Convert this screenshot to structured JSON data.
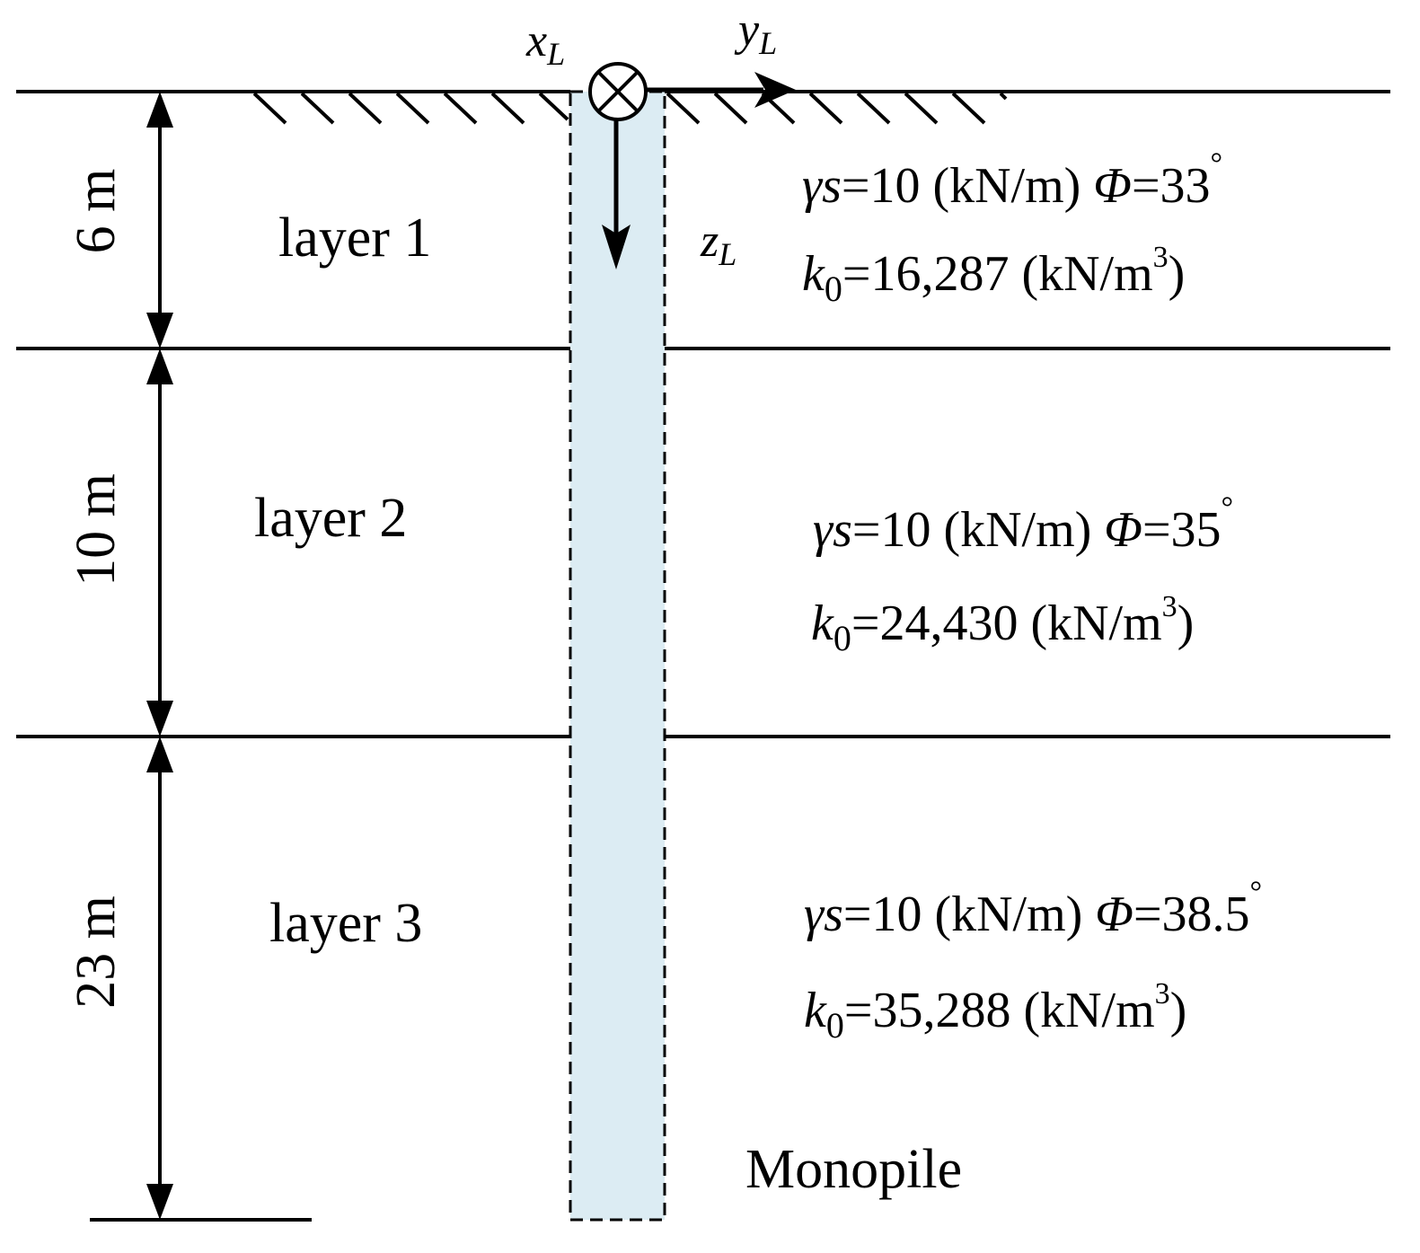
{
  "axes": {
    "x": {
      "base": "x",
      "sub": "L"
    },
    "y": {
      "base": "y",
      "sub": "L"
    },
    "z": {
      "base": "z",
      "sub": "L"
    }
  },
  "dimensions": [
    {
      "id": "d1",
      "label": "6 m"
    },
    {
      "id": "d2",
      "label": "10 m"
    },
    {
      "id": "d3",
      "label": "23 m"
    }
  ],
  "layers": [
    {
      "name": "layer 1",
      "gamma_symbol": "γs",
      "gamma_value": "=10 (kN/m)",
      "phi_symbol": "Φ",
      "phi_value": "=33",
      "degree_symbol": "°",
      "k_symbol": "k",
      "k_sub": "0",
      "k_value": "=16,287 (kN/m",
      "k_sup": "3",
      "k_close": ")"
    },
    {
      "name": "layer 2",
      "gamma_symbol": "γs",
      "gamma_value": "=10 (kN/m)",
      "phi_symbol": "Φ",
      "phi_value": "=35",
      "degree_symbol": "°",
      "k_symbol": "k",
      "k_sub": "0",
      "k_value": "=24,430 (kN/m",
      "k_sup": "3",
      "k_close": ")"
    },
    {
      "name": "layer 3",
      "gamma_symbol": "γs",
      "gamma_value": "=10 (kN/m)",
      "phi_symbol": "Φ",
      "phi_value": "=38.5",
      "degree_symbol": "°",
      "k_symbol": "k",
      "k_sub": "0",
      "k_value": "=35,288 (kN/m",
      "k_sup": "3",
      "k_close": ")"
    }
  ],
  "pile": {
    "label": "Monopile",
    "fill": "#dcecf3"
  }
}
